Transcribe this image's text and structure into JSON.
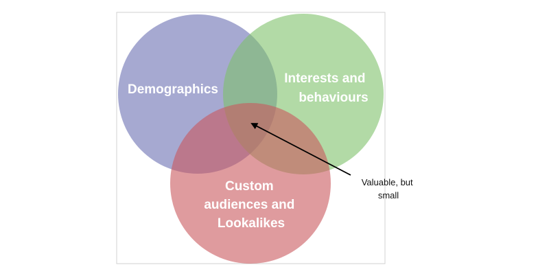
{
  "diagram": {
    "circles": [
      {
        "id": "demographics",
        "label_lines": [
          "Demographics"
        ],
        "color": "#6b6fb2"
      },
      {
        "id": "interests",
        "label_lines": [
          "Interests and",
          "behaviours"
        ],
        "color": "#7fc26b"
      },
      {
        "id": "custom",
        "label_lines": [
          "Custom",
          "audiences and",
          "Lookalikes"
        ],
        "color": "#c9595e"
      }
    ],
    "callout": {
      "lines": [
        "Valuable, but",
        "small"
      ],
      "arrow_color": "#000000"
    },
    "frame_color": "#d0d0d0"
  }
}
